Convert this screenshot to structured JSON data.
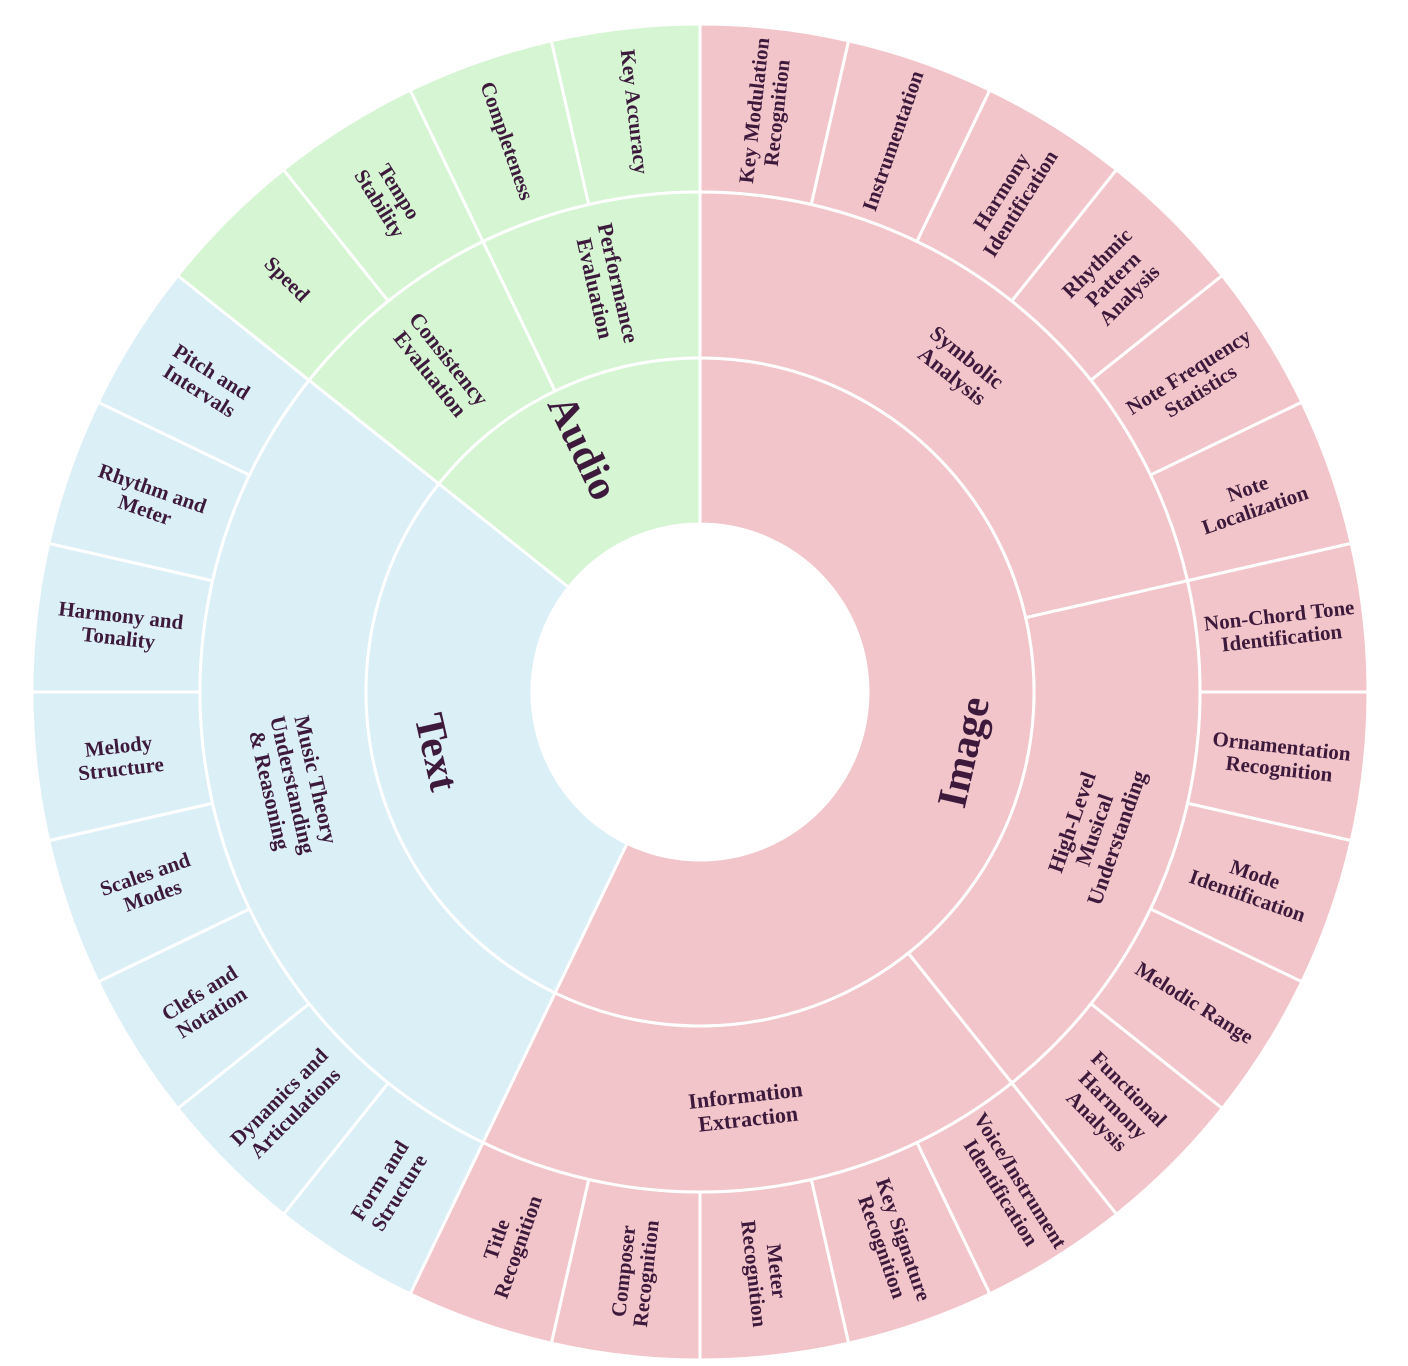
{
  "chart_data": {
    "type": "sunburst",
    "colors": {
      "Image": "#f1c5c9",
      "Text": "#dbeff7",
      "Audio": "#d5f5d3"
    },
    "categories": [
      {
        "name": "Image",
        "children": [
          {
            "name": "Symbolic Analysis",
            "children": [
              "Key Modulation Recognition",
              "Instrumentation",
              "Harmony Identification",
              "Rhythmic Pattern Analysis",
              "Note Frequency Statistics",
              "Note Localization"
            ]
          },
          {
            "name": "High-Level Musical Understanding",
            "children": [
              "Non-Chord Tone Identification",
              "Ornamentation Recognition",
              "Mode Identification",
              "Melodic Range",
              "Functional Harmony Analysis"
            ]
          },
          {
            "name": "Information Extraction",
            "children": [
              "Voice/Instrument Identification",
              "Key Signature Recognition",
              "Meter Recognition",
              "Composer Recognition",
              "Title Recognition"
            ]
          }
        ]
      },
      {
        "name": "Text",
        "children": [
          {
            "name": "Music Theory Understanding & Reasoning",
            "children": [
              "Form and Structure",
              "Dynamics and Articulations",
              "Clefs and Notation",
              "Scales and Modes",
              "Melody Structure",
              "Harmony and Tonality",
              "Rhythm and Meter",
              "Pitch and Intervals"
            ]
          }
        ]
      },
      {
        "name": "Audio",
        "children": [
          {
            "name": "Consistency Evaluation",
            "children": [
              "Speed",
              "Tempo Stability"
            ]
          },
          {
            "name": "Performance Evaluation",
            "children": [
              "Completeness",
              "Key Accuracy"
            ]
          }
        ]
      }
    ]
  }
}
